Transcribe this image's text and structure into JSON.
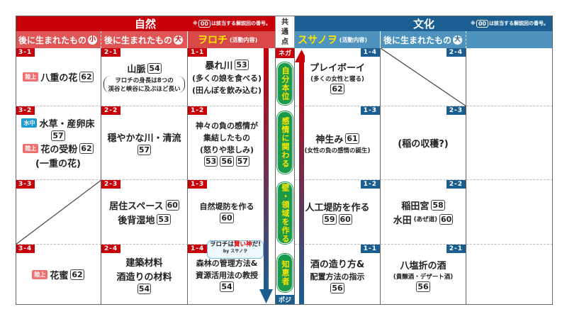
{
  "header": {
    "nature": "自然",
    "culture": "文化",
    "common": "共通点",
    "note_box": "00",
    "note_text": "は該当する解説回の番号。",
    "note_mark": "※"
  },
  "subheader": {
    "later": "後に生まれたもの",
    "small": "小",
    "large": "大",
    "orochi": "ヲロチ",
    "susanoo": "スサノヲ",
    "activity": "(活動内容)"
  },
  "center": {
    "nega": "ネガ",
    "posi": "ポジ",
    "traits": [
      "自分本位",
      "感情に関わる",
      "壁・領域を作る",
      "知恵者"
    ]
  },
  "bubble": {
    "pre": "ヲロチは",
    "em": "賢い神",
    "post": "だ!",
    "by": "by スサノヲ"
  },
  "colors": {
    "nature": "#c8000a",
    "nature_sub": "#e05555",
    "culture": "#1a5e92",
    "culture_sub": "#4d93be",
    "trait": "#1a9a4a",
    "trait_text": "#ffe600"
  },
  "columns": [
    {
      "side": "n",
      "cells": [
        {
          "id": "3-1",
          "lines": [
            [
              [
                "lt",
                "陸上"
              ],
              [
                "main",
                "八重の花"
              ],
              [
                "num",
                "62"
              ]
            ]
          ]
        },
        {
          "id": "3-2",
          "lines": [
            [
              [
                "wt",
                "水中"
              ],
              [
                "main",
                "水草・産卵床"
              ]
            ],
            [
              [
                "num",
                "57"
              ]
            ],
            [
              [
                "lt",
                "陸上"
              ],
              [
                "main",
                "花の受粉"
              ],
              [
                "num",
                "62"
              ]
            ],
            [
              [
                "main",
                "(一重の花)"
              ]
            ]
          ]
        },
        {
          "id": "3-3",
          "diag": "up",
          "lines": []
        },
        {
          "id": "3-4",
          "lines": [
            [
              [
                "lt",
                "陸上"
              ],
              [
                "main",
                "花蜜"
              ],
              [
                "num",
                "62"
              ]
            ]
          ]
        }
      ]
    },
    {
      "side": "n",
      "cells": [
        {
          "id": "2-1",
          "lines": [
            [
              [
                "main",
                "山脈"
              ],
              [
                "num",
                "54"
              ]
            ]
          ],
          "bracket": [
            "ヲロチの身長は8つの",
            "渓谷と峡谷に及ぶほど長い"
          ]
        },
        {
          "id": "2-2",
          "lines": [
            [
              [
                "main",
                "穏やかな川・清流"
              ]
            ],
            [
              [
                "num",
                "57"
              ]
            ]
          ]
        },
        {
          "id": "2-3",
          "lines": [
            [
              [
                "main",
                "居住スペース"
              ],
              [
                "num",
                "60"
              ]
            ],
            [
              [
                "main",
                "後背湿地"
              ],
              [
                "num",
                "53"
              ]
            ]
          ]
        },
        {
          "id": "2-4",
          "lines": [
            [
              [
                "main",
                "建築材料"
              ]
            ],
            [
              [
                "main",
                "酒造りの材料"
              ]
            ],
            [
              [
                "num",
                "54"
              ]
            ]
          ]
        }
      ]
    },
    {
      "side": "n",
      "cells": [
        {
          "id": "1-1",
          "lines": [
            [
              [
                "main",
                "暴れ川"
              ],
              [
                "num",
                "53"
              ]
            ],
            [
              [
                "mid",
                "(多くの娘を食べる)"
              ]
            ],
            [
              [
                "mid",
                "(田んぼを飲み込む)"
              ]
            ]
          ]
        },
        {
          "id": "1-2",
          "lines": [
            [
              [
                "mid",
                "神々の負の感情が"
              ]
            ],
            [
              [
                "mid",
                "集結したもの"
              ]
            ],
            [
              [
                "mid",
                "(怒りや悲しみ)"
              ]
            ],
            [
              [
                "num",
                "53"
              ],
              [
                "num",
                "56"
              ],
              [
                "num",
                "57"
              ]
            ]
          ]
        },
        {
          "id": "1-3",
          "lines": [
            [
              [
                "mid",
                "自然堤防を作る"
              ]
            ],
            [
              [
                "num",
                "60"
              ]
            ]
          ]
        },
        {
          "id": "1-4",
          "lines": [
            [
              [
                "mid",
                "森林の管理方法&"
              ]
            ],
            [
              [
                "mid",
                "資源活用法の教授"
              ]
            ],
            [
              [
                "num",
                "54"
              ]
            ]
          ]
        }
      ]
    },
    {
      "side": "c",
      "cells": [
        {
          "id": "1-4",
          "lines": [
            [
              [
                "main",
                "プレイボーイ"
              ]
            ],
            [
              [
                "sub",
                "(多くの女性と寝る)"
              ]
            ],
            [
              [
                "num",
                "62"
              ]
            ]
          ]
        },
        {
          "id": "1-3",
          "lines": [
            [
              [
                "main",
                "神生み"
              ],
              [
                "num",
                "61"
              ]
            ],
            [
              [
                "sub",
                "(女性の負の感情の誕生)"
              ]
            ]
          ]
        },
        {
          "id": "1-2",
          "lines": [
            [
              [
                "main",
                "人工堤防を作る"
              ]
            ],
            [
              [
                "num",
                "59"
              ],
              [
                "num",
                "60"
              ]
            ]
          ]
        },
        {
          "id": "1-1",
          "lines": [
            [
              [
                "main",
                "酒の造り方&"
              ]
            ],
            [
              [
                "mid",
                "配置方法の指示"
              ]
            ],
            [
              [
                "num",
                "56"
              ]
            ]
          ]
        }
      ]
    },
    {
      "side": "c",
      "cells": [
        {
          "id": "2-4",
          "diag": "down",
          "lines": []
        },
        {
          "id": "2-3",
          "lines": [
            [
              [
                "main",
                "(稲の収穫?)"
              ]
            ]
          ]
        },
        {
          "id": "2-2",
          "lines": [
            [
              [
                "main",
                "稲田宮"
              ],
              [
                "num",
                "58"
              ]
            ],
            [
              [
                "main",
                "水田"
              ],
              [
                "sub",
                "(あぜ道)"
              ],
              [
                "num",
                "60"
              ]
            ]
          ]
        },
        {
          "id": "2-1",
          "lines": [
            [
              [
                "main",
                "八塩折の酒"
              ]
            ],
            [
              [
                "sub",
                "(貴醸酒・デザート酒)"
              ]
            ],
            [
              [
                "num",
                "56"
              ]
            ]
          ]
        }
      ]
    }
  ]
}
